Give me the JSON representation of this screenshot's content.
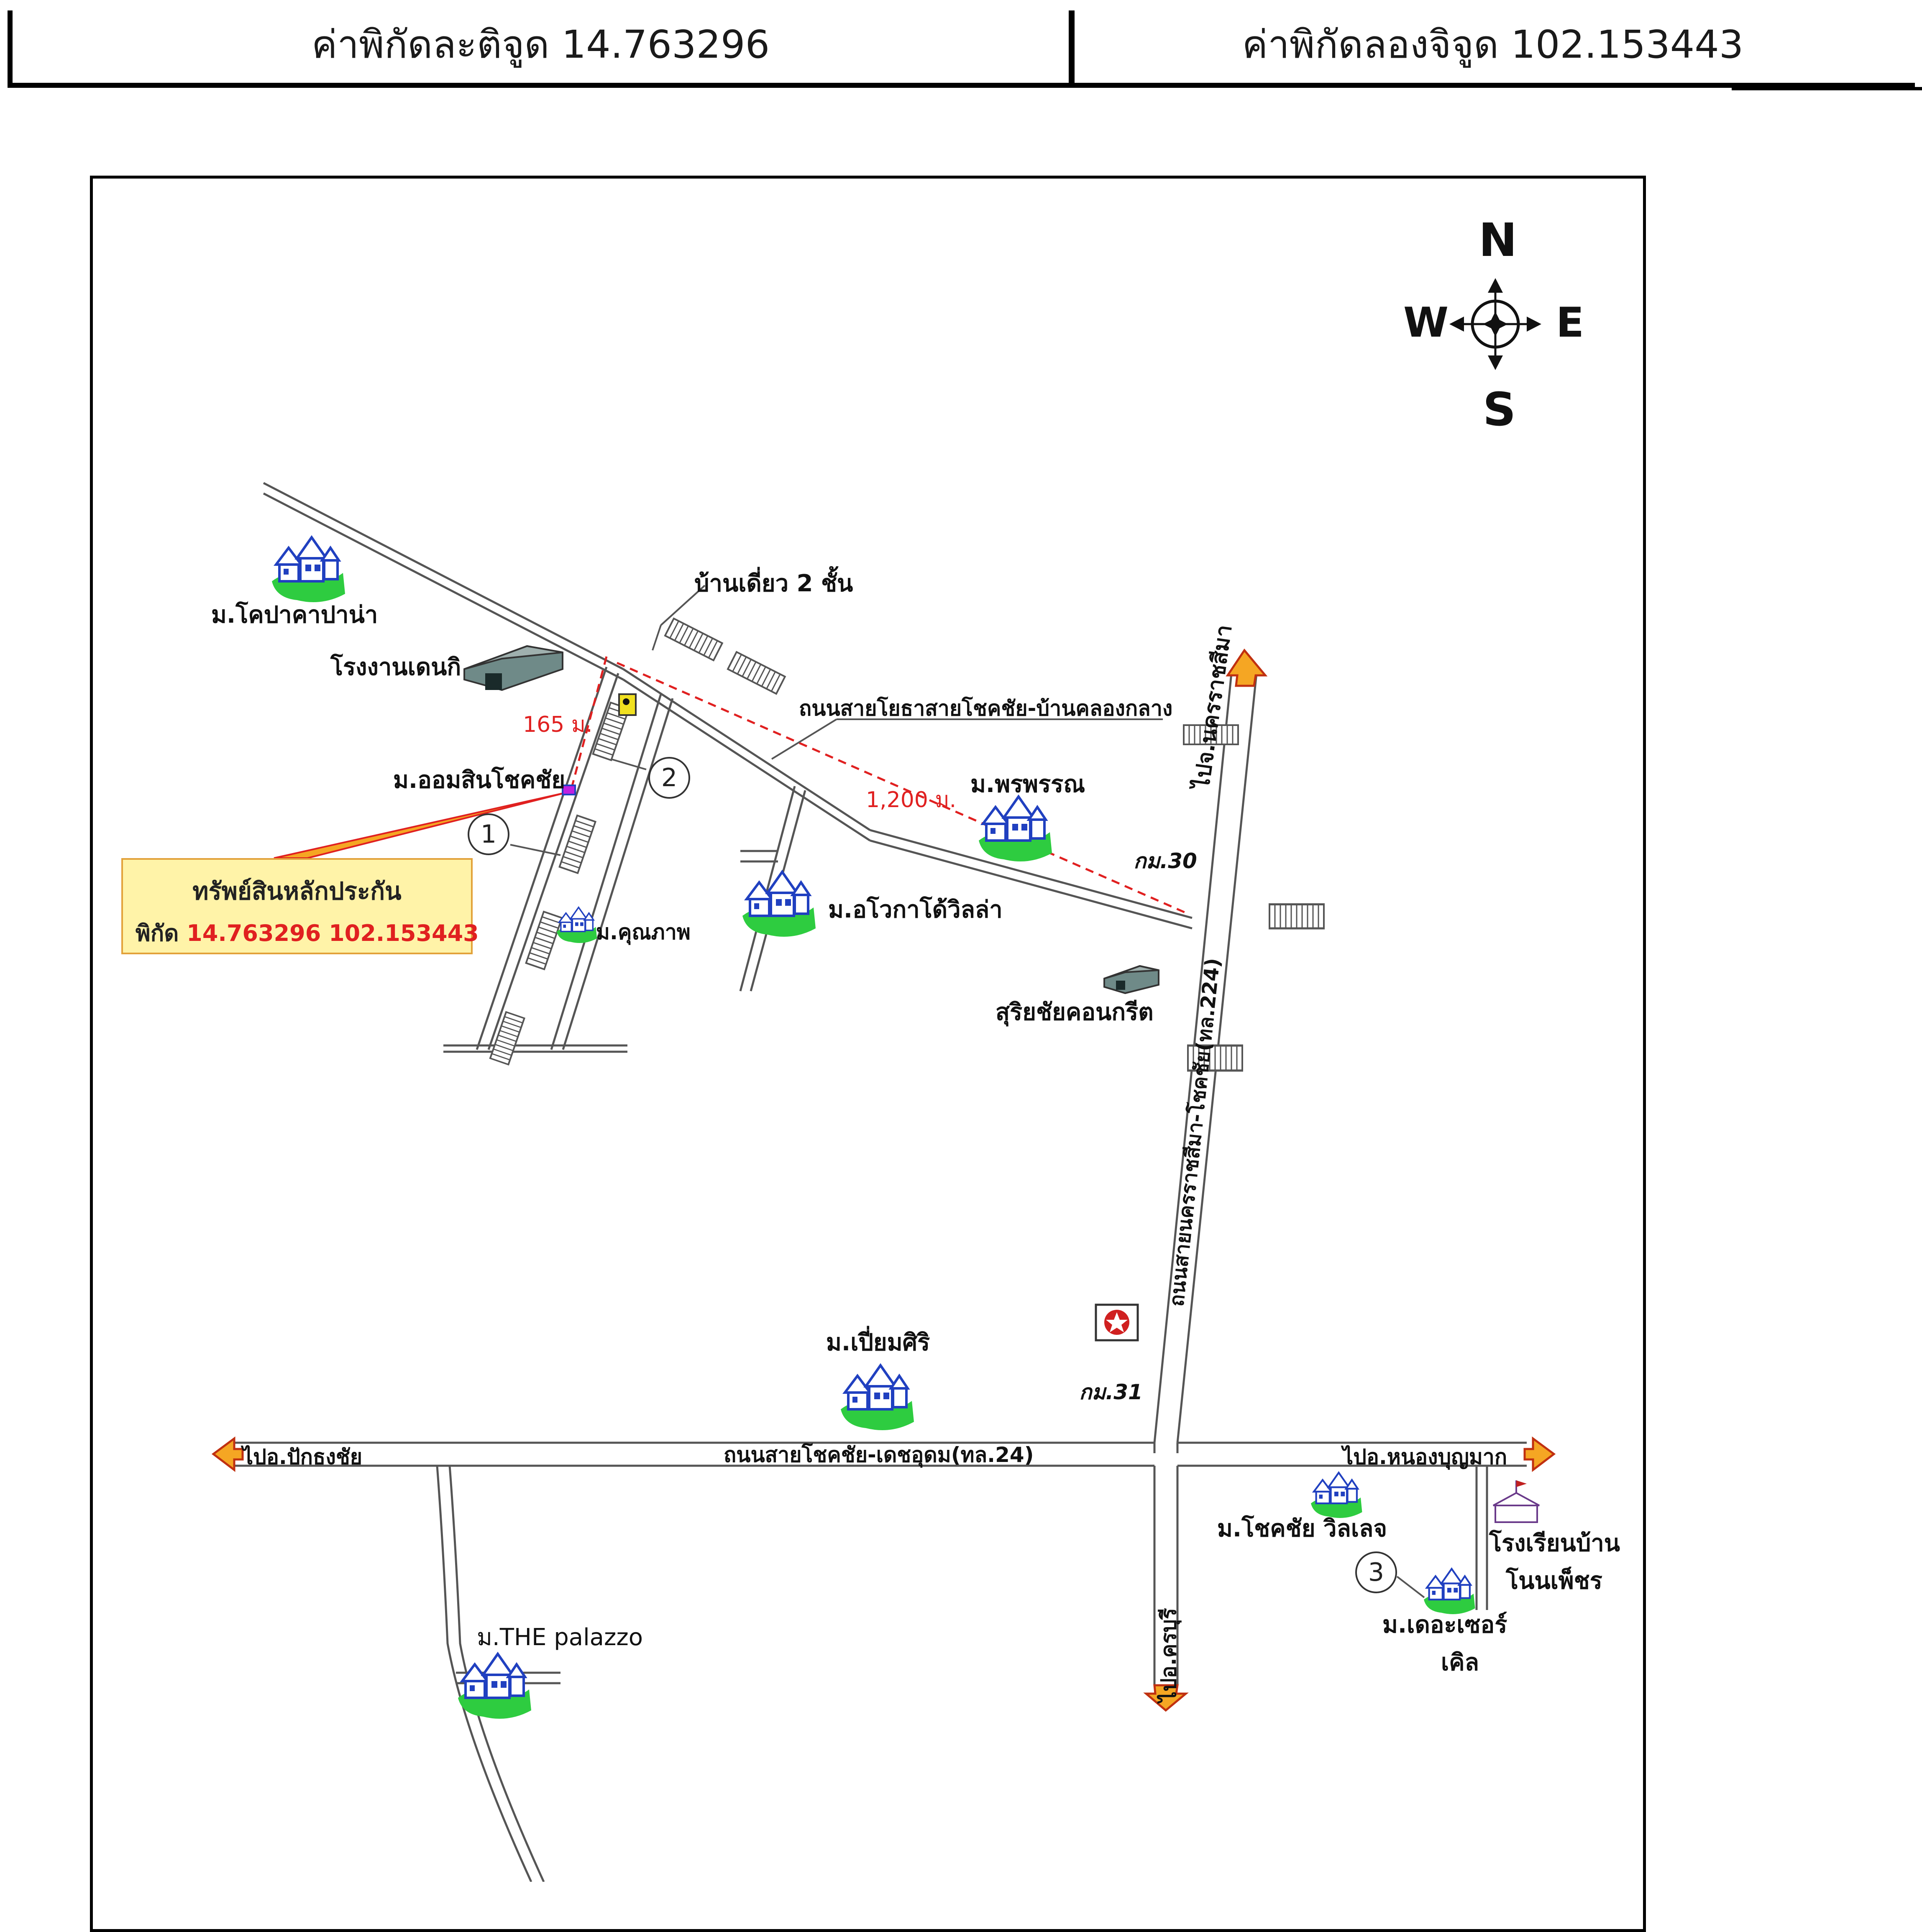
{
  "header": {
    "latitude_text": "ค่าพิกัดละติจูด 14.763296",
    "longitude_text": "ค่าพิกัดลองจิจูด 102.153443"
  },
  "compass": {
    "north": "N",
    "south": "S",
    "east": "E",
    "west": "W"
  },
  "callout": {
    "title": "ทรัพย์สินหลักประกัน",
    "coord_label": "พิกัด",
    "coord_value": "14.763296 102.153443"
  },
  "labels": {
    "kopacabana": "ม.โคปาคาปาน่า",
    "factory": "โรงงานเดนกิ",
    "single_house": "บ้านเดี่ยว 2 ชั้น",
    "road_yotha": "ถนนสายโยธาสายโชคชัย-บ้านคลองกลาง",
    "dist_165": "165 ม.",
    "dist_1200": "1,200 ม.",
    "aomsin": "ม.ออมสินโชคชัย",
    "pornpan": "ม.พรพรรณ",
    "km30": "กม.30",
    "to_korat": "ไปจ.นครราชสีมา",
    "okwa": "ม.อโวกาโด้วิลล่า",
    "khunnaphap": "ม.คุณภาพ",
    "suriya": "สุริยชัยคอนกรีต",
    "road_224": "ถนนสายนครราชสีมา-โชคชัย(ทล.224)",
    "piamsiri": "ม.เปี่ยมศิริ",
    "km31": "กม.31",
    "to_pakthongchai": "ไปอ.ปักธงชัย",
    "road_24": "ถนนสายโชคชัย-เดชอุดม(ทล.24)",
    "to_nongbunmak": "ไปอ.หนองบุญมาก",
    "chokchai_village": "ม.โชคชัย วิลเลจ",
    "school_1": "โรงเรียนบ้าน",
    "school_2": "โนนเพ็ชร",
    "the_circle_1": "ม.เดอะเซอร์",
    "the_circle_2": "เคิล",
    "to_khonburi": "ไปอ.ครบุรี",
    "palazzo": "ม.THE palazzo"
  },
  "markers": {
    "m1": "1",
    "m2": "2",
    "m3": "3"
  },
  "colors": {
    "distance": "#e02020",
    "callout_bg": "#fff3a8",
    "callout_border": "#e2a23a",
    "arrow": "#f5a623",
    "village_grass": "#2ecc40",
    "village_house": "#2040c0"
  }
}
